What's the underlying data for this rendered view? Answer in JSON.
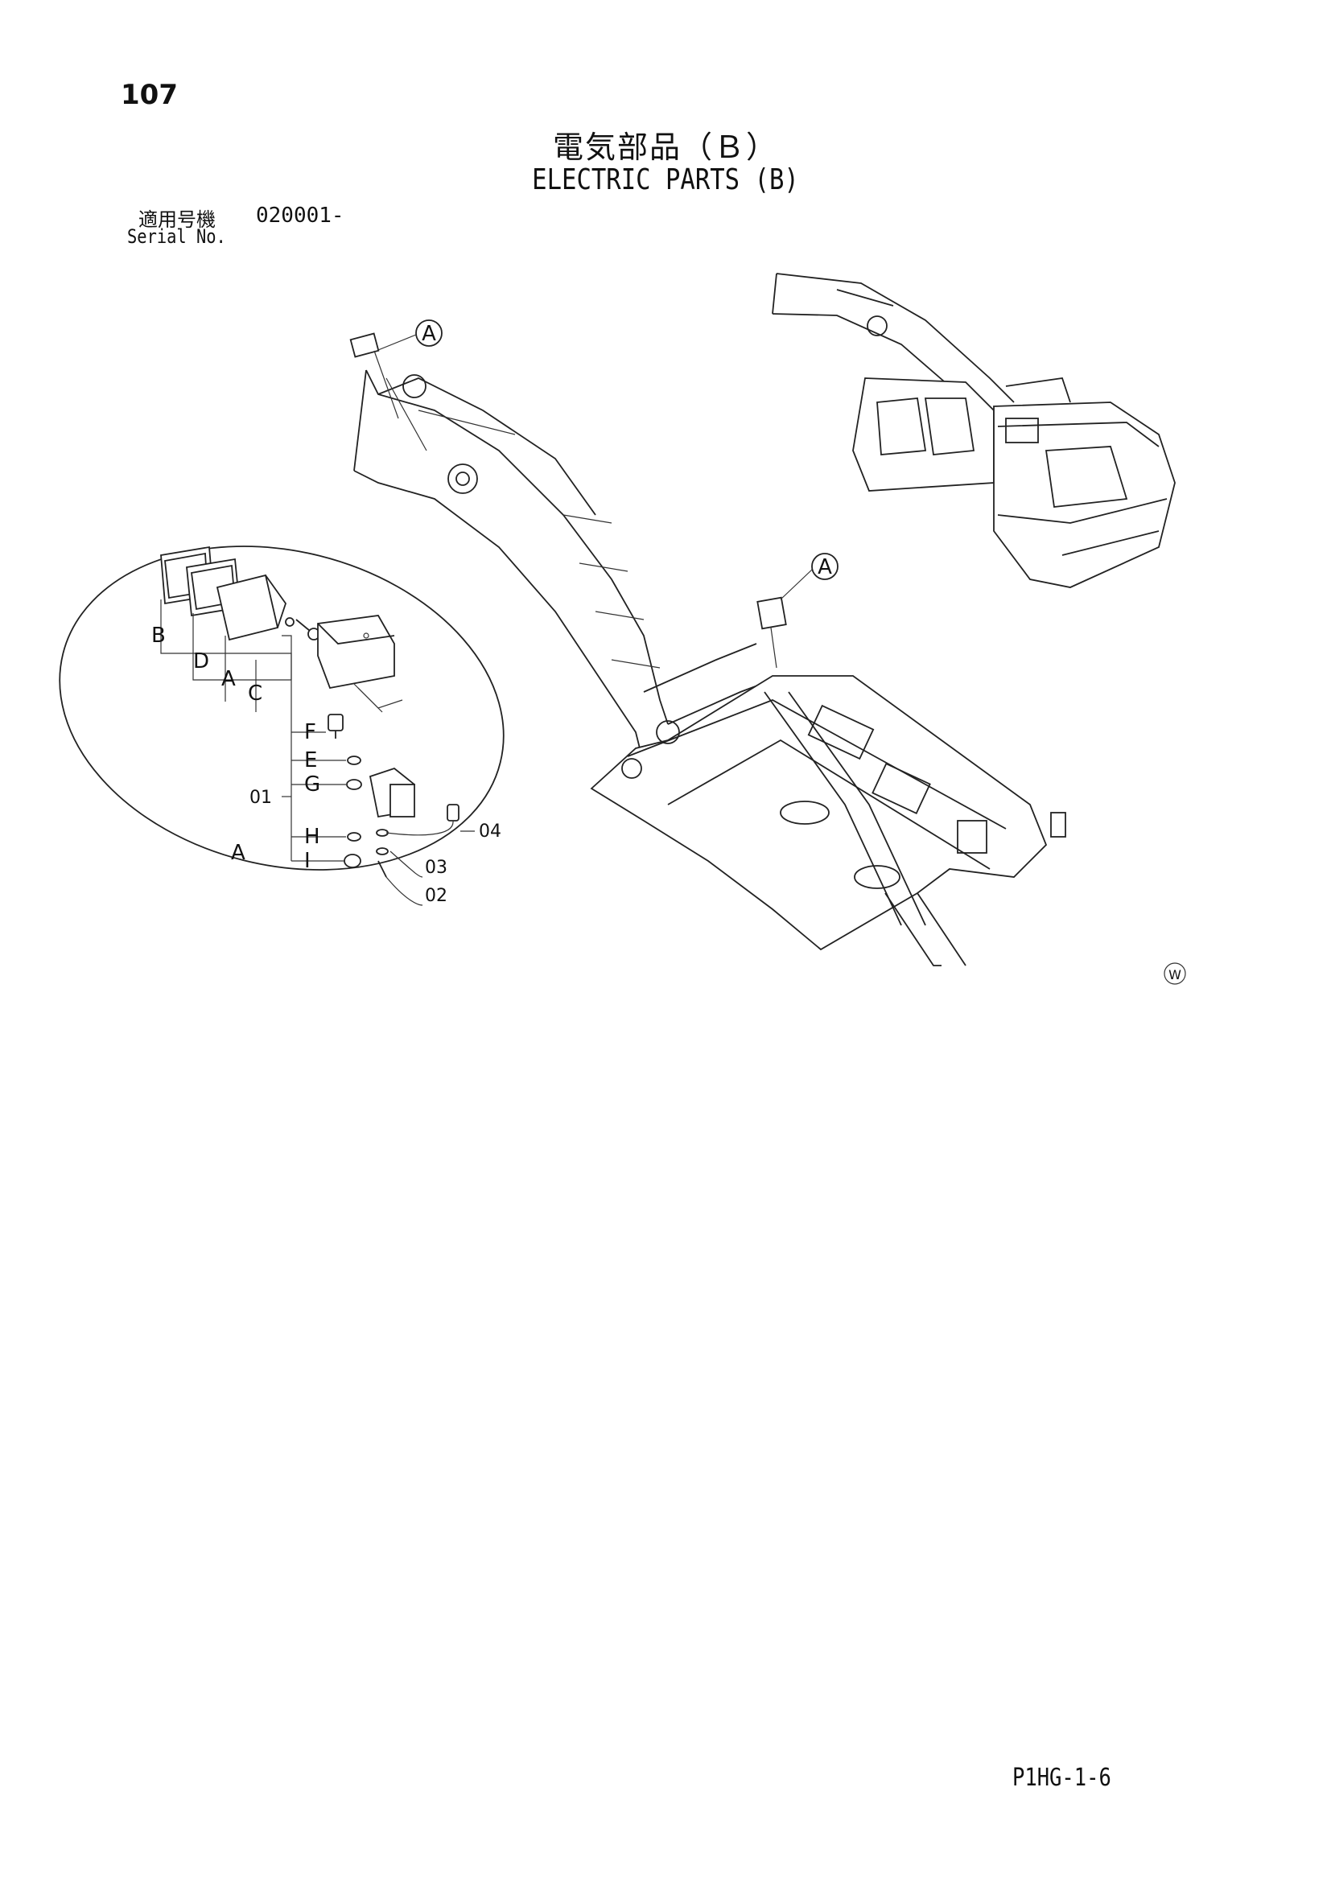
{
  "page_number": "107",
  "title_ja": "電気部品（Ｂ）",
  "title_en": "ELECTRIC PARTS (B)",
  "serial": {
    "label_ja": "適用号機",
    "label_en": "Serial No.",
    "value": "020001-"
  },
  "callouts": {
    "detail_ref_top": "A",
    "detail_ref_right": "A",
    "detail_circle": "A",
    "letters": [
      "B",
      "D",
      "A",
      "C",
      "F",
      "E",
      "G",
      "H",
      "I"
    ],
    "parts": [
      "01",
      "02",
      "03",
      "04"
    ]
  },
  "corner_mark": "W",
  "footer_code": "P1HG-1-6"
}
